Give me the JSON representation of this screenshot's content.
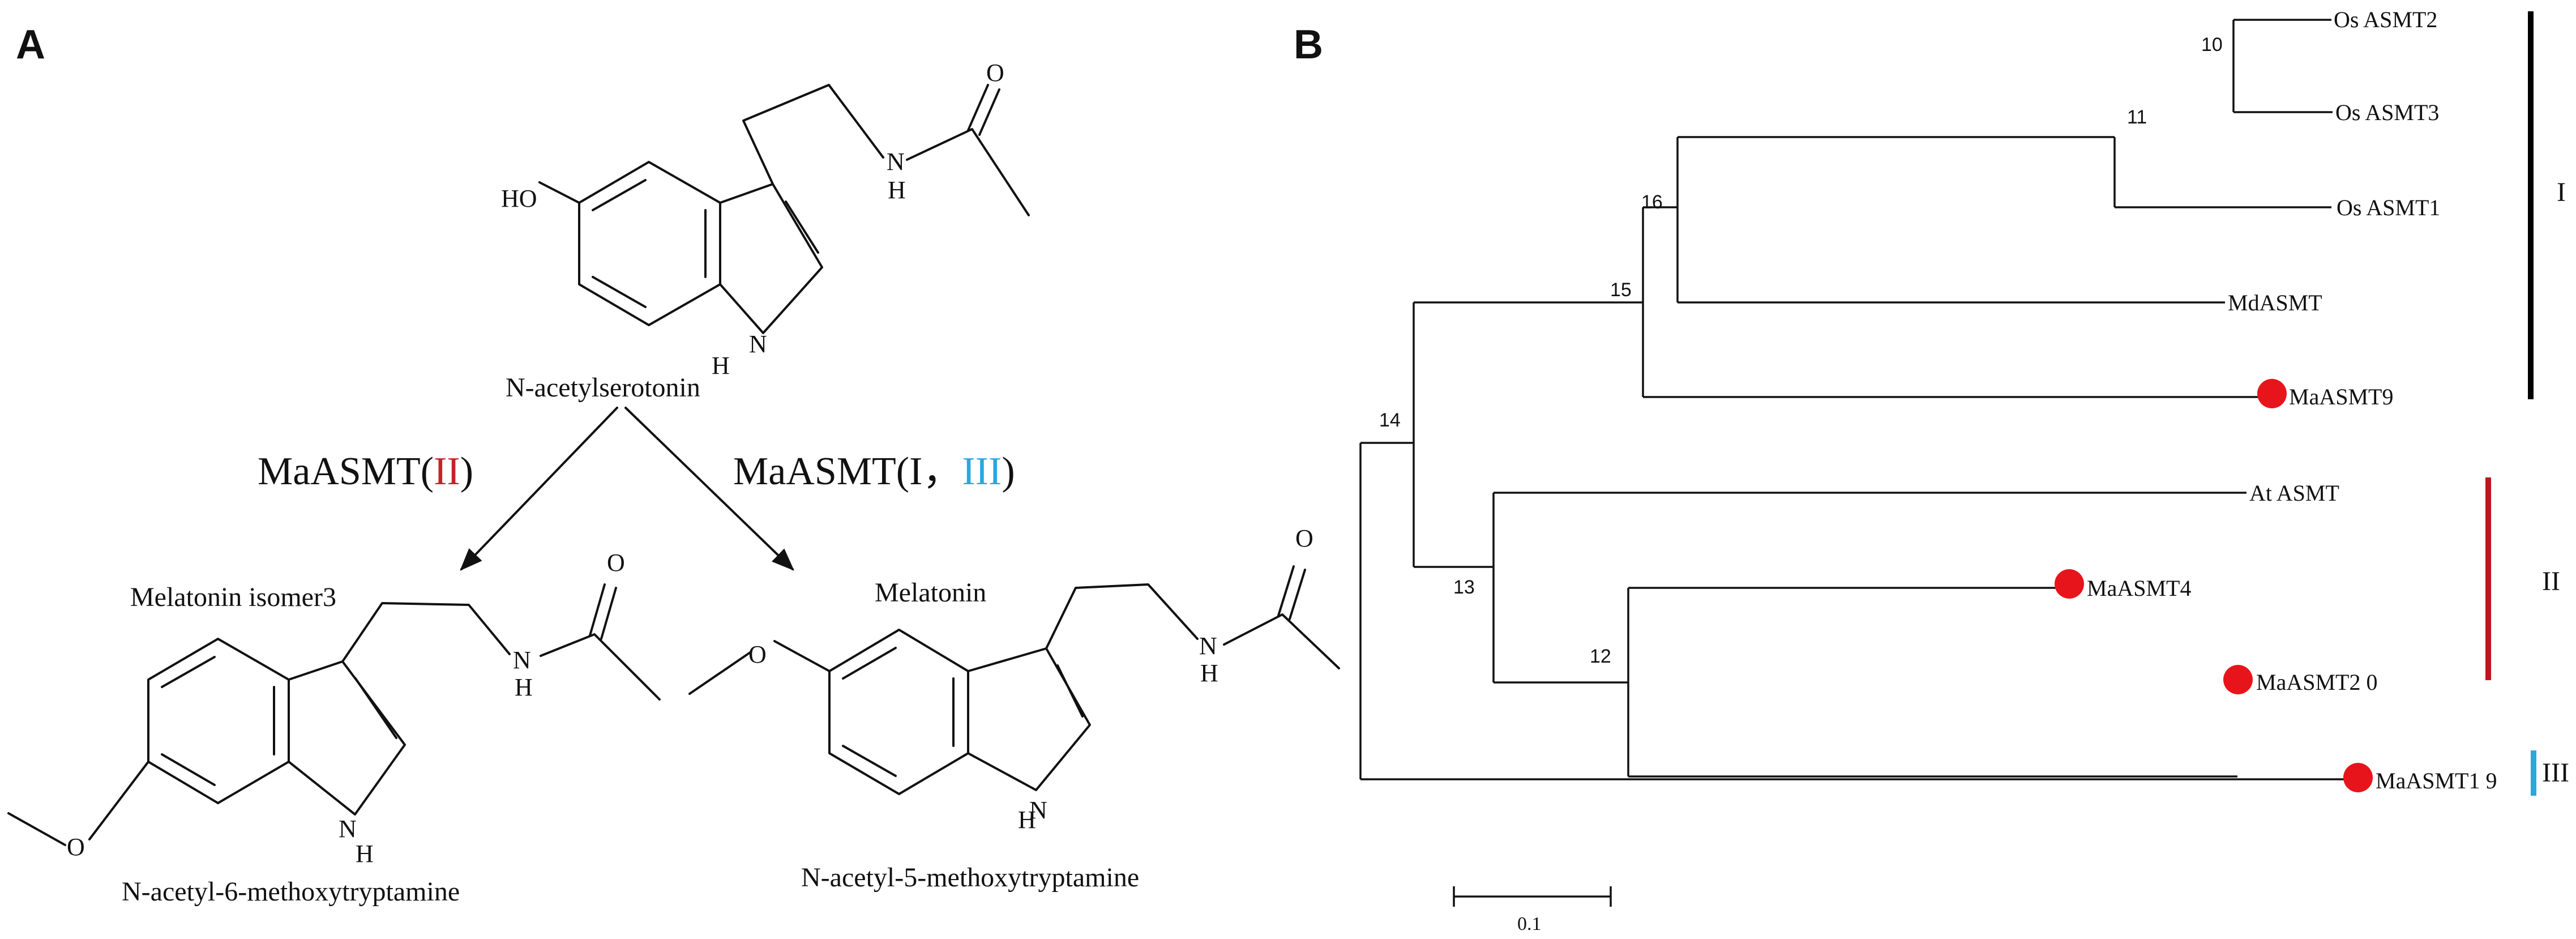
{
  "panel_a": {
    "label": "A",
    "substrate": {
      "name": "N-acetylserotonin",
      "atom_ho": "HO",
      "atom_n": "N",
      "atom_h": "H",
      "atom_o": "O",
      "atom_nh_n": "N",
      "atom_nh_h": "H"
    },
    "enzyme_left": {
      "prefix": "MaASMT(",
      "group": "II",
      "suffix": ")"
    },
    "enzyme_right": {
      "prefix": "MaASMT(",
      "group1": "I",
      "sep": "，",
      "group2": "III",
      "suffix": ")"
    },
    "product_left": {
      "top_label": "Melatonin isomer3",
      "name": "N-acetyl-6-methoxytryptamine",
      "atom_o": "O",
      "atom_n": "N",
      "atom_h": "H",
      "atom_nh_n": "N",
      "atom_nh_h": "H",
      "atom_om": "O"
    },
    "product_right": {
      "top_label": "Melatonin",
      "name": "N-acetyl-5-methoxytryptamine",
      "atom_o": "O",
      "atom_n": "N",
      "atom_h": "H",
      "atom_nh_n": "N",
      "atom_nh_h": "H",
      "atom_om": "O"
    }
  },
  "panel_b": {
    "label": "B",
    "tips": [
      "Os ASMT2",
      "Os ASMT3",
      "Os ASMT1",
      "MdASMT",
      "MaASMT9",
      "At ASMT",
      "MaASMT4",
      "MaASMT2 0",
      "MaASMT1 9"
    ],
    "bootstrap": [
      "10",
      "11",
      "16",
      "15",
      "14",
      "13",
      "12"
    ],
    "clades": [
      "I",
      "II",
      "III"
    ],
    "scale_label": "0.1"
  },
  "colors": {
    "group_ii": "#c8202a",
    "group_iii": "#29a8e0",
    "clade_i_bar": "#000000",
    "clade_ii_bar": "#c0141c",
    "clade_iii_bar": "#29a8e0",
    "highlight_dot": "#e8141c"
  }
}
